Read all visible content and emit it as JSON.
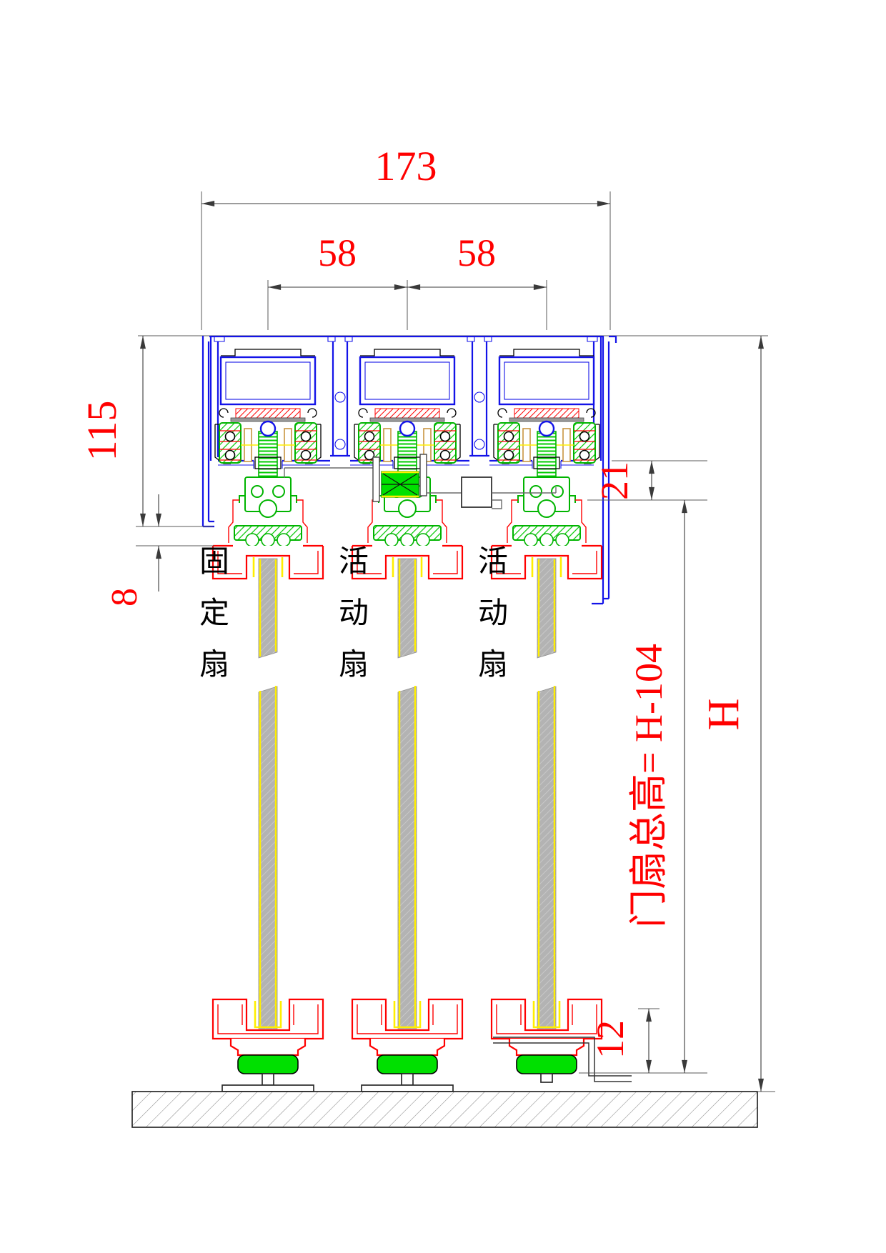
{
  "drawing": {
    "type": "sliding-door-track-section",
    "dims": {
      "overall_track_width": "173",
      "track_pitch_left": "58",
      "track_pitch_right": "58",
      "track_height": "115",
      "cover_to_rail_gap": "8",
      "track_to_leaf_gap": "21",
      "bottom_clearance": "12",
      "total_height": "H",
      "leaf_height": "门扇总高= H-104"
    },
    "panels": [
      {
        "label": "固定扇"
      },
      {
        "label": "活动扇"
      },
      {
        "label": "活动扇"
      }
    ],
    "colors": {
      "blue": "#1313e8",
      "red": "#ff0000",
      "green": "#00b400",
      "green-fill": "#00e000",
      "yellow": "#ffee00",
      "tan": "#c89440",
      "glass-gray": "#b3b3b3",
      "dim-line": "#3a3a3a"
    }
  }
}
